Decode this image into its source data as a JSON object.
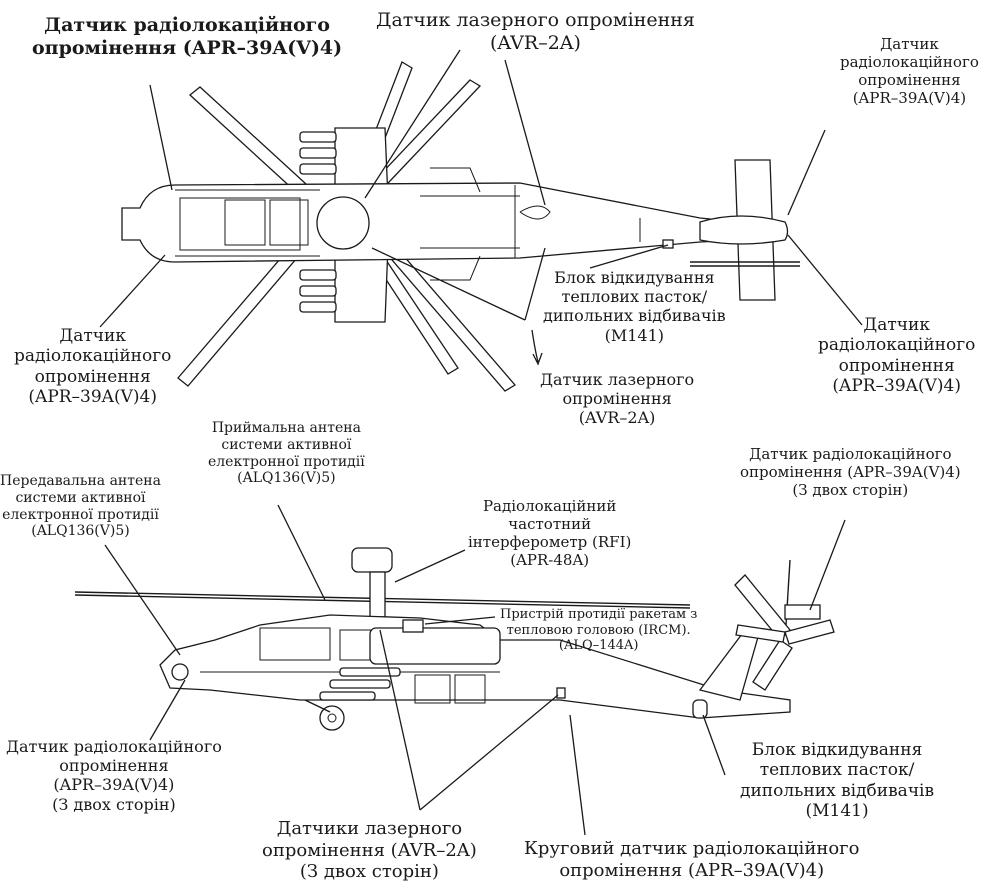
{
  "diagram": {
    "subject": "AH-64 helicopter survivability equipment (top view and side view)",
    "top_view": {
      "labels": [
        {
          "id": "top-nose-apr-top",
          "lines": [
            "Датчик радіолокаційного",
            "опромінення (APR–39A(V)4)"
          ]
        },
        {
          "id": "top-avr-top",
          "lines": [
            "Датчик лазерного опромінення",
            "(AVR–2A)"
          ]
        },
        {
          "id": "top-tail-apr-top",
          "lines": [
            "Датчик",
            "радіолокаційного",
            "опромінення",
            "(APR–39A(V)4)"
          ]
        },
        {
          "id": "top-m141",
          "lines": [
            "Блок відкидування",
            "теплових пасток/",
            "дипольних відбивачів",
            "(M141)"
          ]
        },
        {
          "id": "top-tail-apr-bottom",
          "lines": [
            "Датчик",
            "радіолокаційного",
            "опромінення",
            "(APR–39A(V)4)"
          ]
        },
        {
          "id": "top-nose-apr-bottom",
          "lines": [
            "Датчик",
            "радіолокаційного",
            "опромінення",
            "(APR–39A(V)4)"
          ]
        },
        {
          "id": "top-avr-bottom",
          "lines": [
            "Датчик лазерного",
            "опромінення",
            "(AVR–2A)"
          ]
        }
      ]
    },
    "side_view": {
      "labels": [
        {
          "id": "side-alq-receive",
          "lines": [
            "Приймальна антена",
            "системи активної",
            "електронної протидії",
            "(ALQ136(V)5)"
          ]
        },
        {
          "id": "side-alq-transmit",
          "lines": [
            "Передавальна антена",
            "системи активної",
            "електронної протидії",
            "(ALQ136(V)5)"
          ]
        },
        {
          "id": "side-rfi",
          "lines": [
            "Радіолокаційний",
            "частотний",
            "інтерферометр (RFI)",
            "(APR-48A)"
          ]
        },
        {
          "id": "side-ircm",
          "lines": [
            "Пристрій протидії ракетам з",
            "тепловою головою (IRCM).",
            "(ALQ–144A)"
          ]
        },
        {
          "id": "side-tail-apr",
          "lines": [
            "Датчик радіолокаційного",
            "опромінення (APR–39A(V)4)",
            "(З двох сторін)"
          ]
        },
        {
          "id": "side-nose-apr",
          "lines": [
            "Датчик радіолокаційного",
            "опромінення",
            "(APR–39A(V)4)",
            "(З двох сторін)"
          ]
        },
        {
          "id": "side-avr",
          "lines": [
            "Датчики лазерного",
            "опромінення  (AVR–2A)",
            "(З двох сторін)"
          ]
        },
        {
          "id": "side-apr-circular",
          "lines": [
            "Круговий датчик радіолокаційного",
            "опромінення (APR–39A(V)4)"
          ]
        },
        {
          "id": "side-m141",
          "lines": [
            "Блок відкидування",
            "теплових пасток/",
            "дипольних відбивачів",
            "(M141)"
          ]
        }
      ]
    }
  }
}
